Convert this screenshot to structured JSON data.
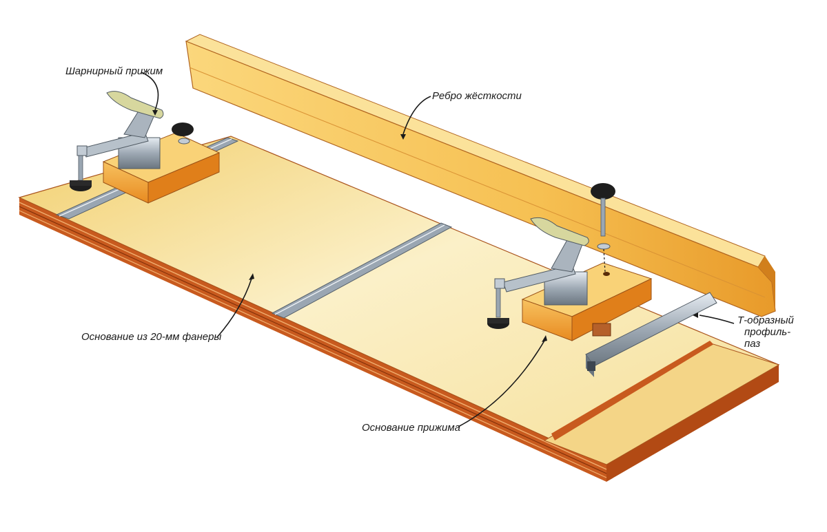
{
  "labels": {
    "hinge_clamp": "Шарнирный прижим",
    "stiffener": "Ребро жёсткости",
    "base_plywood": "Основание из 20-мм фанеры",
    "clamp_base": "Основание прижима",
    "t_slot_line1": "Т-образный",
    "t_slot_line2": "профиль-",
    "t_slot_line3": "паз"
  },
  "colors": {
    "plywood_top": "#f6dc8a",
    "plywood_edge": "#c85a1e",
    "rib_face": "#f8c658",
    "rib_dark": "#e79a2c",
    "block": "#f0a030",
    "metal": "#9aa6b2",
    "knob": "#1e1e1e"
  }
}
